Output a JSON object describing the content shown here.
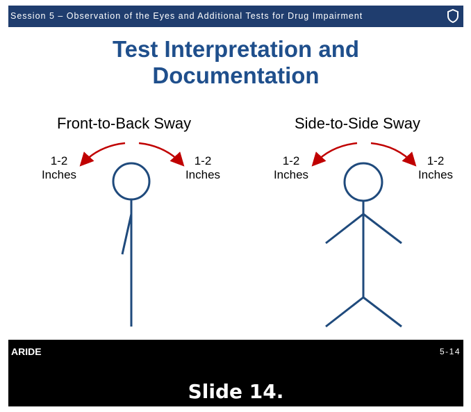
{
  "header": {
    "session_text": "Session 5 – Observation of the Eyes and Additional Tests for Drug Impairment",
    "shield_icon": "shield-icon"
  },
  "title": {
    "line1": "Test Interpretation and",
    "line2": "Documentation"
  },
  "left_panel": {
    "heading": "Front-to-Back Sway",
    "left_label": {
      "line1": "1-2",
      "line2": "Inches"
    },
    "right_label": {
      "line1": "1-2",
      "line2": "Inches"
    }
  },
  "right_panel": {
    "heading": "Side-to-Side Sway",
    "left_label": {
      "line1": "1-2",
      "line2": "Inches"
    },
    "right_label": {
      "line1": "1-2",
      "line2": "Inches"
    }
  },
  "footer": {
    "program": "ARIDE",
    "slide_number": "5-14",
    "caption": "Slide 14."
  },
  "colors": {
    "header_bg": "#1f3d6e",
    "title": "#1f4f8c",
    "figure_stroke": "#1f4a7c",
    "arrow": "#c00000"
  }
}
